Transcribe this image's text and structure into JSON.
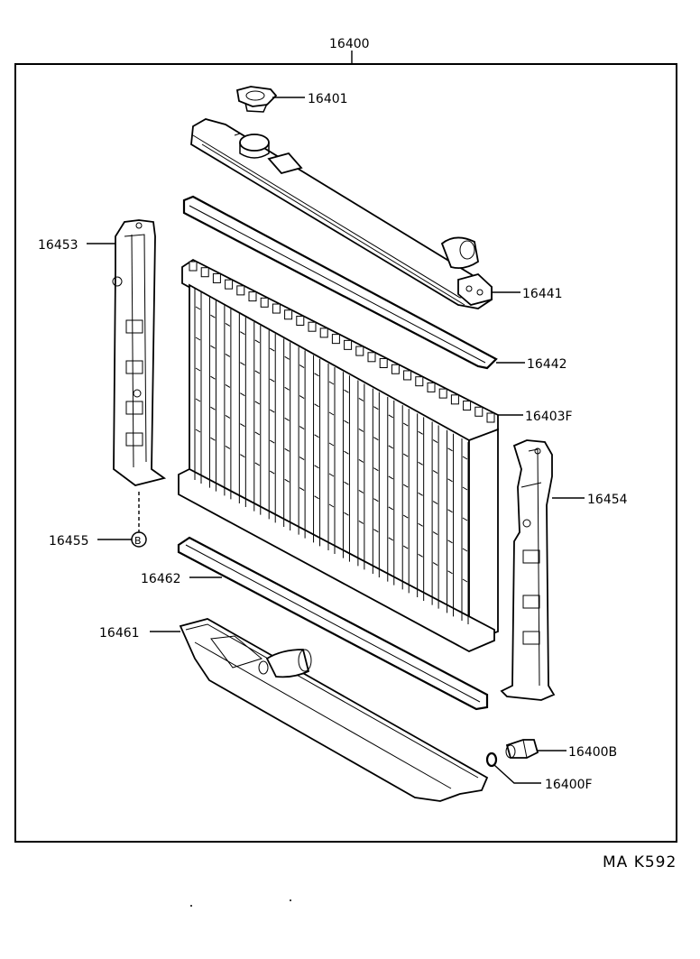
{
  "title": "16400",
  "parts": {
    "p16401": "16401",
    "p16441": "16441",
    "p16442": "16442",
    "p16403F": "16403F",
    "p16453": "16453",
    "p16454": "16454",
    "p16455": "16455",
    "p16455_marker": "B",
    "p16462": "16462",
    "p16461": "16461",
    "p16400B": "16400B",
    "p16400F": "16400F"
  },
  "footer": {
    "code": "MA  K592"
  }
}
